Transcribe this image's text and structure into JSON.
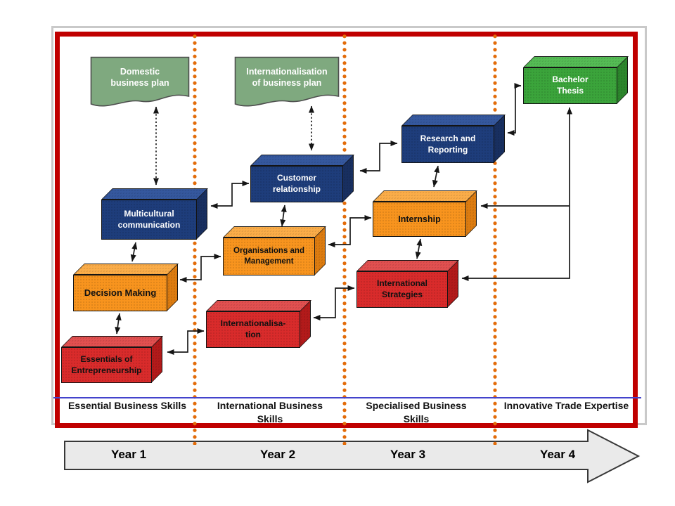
{
  "documents": [
    {
      "id": "domestic-business-plan",
      "lines": [
        "Domestic",
        "business plan"
      ]
    },
    {
      "id": "internationalisation-of-business-plan",
      "lines": [
        "Internationalisation",
        "of business plan"
      ]
    }
  ],
  "boxes": [
    {
      "id": "multicultural-communication",
      "color": "blue",
      "lines": [
        "Multicultural",
        "communication"
      ]
    },
    {
      "id": "customer-relationship",
      "color": "blue",
      "lines": [
        "Customer",
        "relationship"
      ]
    },
    {
      "id": "research-and-reporting",
      "color": "blue",
      "lines": [
        "Research and",
        "Reporting"
      ]
    },
    {
      "id": "bachelor-thesis",
      "color": "green",
      "lines": [
        "Bachelor",
        "Thesis"
      ]
    },
    {
      "id": "decision-making",
      "color": "orange",
      "lines": [
        "Decision Making"
      ]
    },
    {
      "id": "organisations-and-management",
      "color": "orange",
      "lines": [
        "Organisations and",
        "Management"
      ]
    },
    {
      "id": "internship",
      "color": "orange",
      "lines": [
        "Internship"
      ]
    },
    {
      "id": "essentials-of-entrepreneurship",
      "color": "red",
      "lines": [
        "Essentials of",
        "Entrepreneurship"
      ]
    },
    {
      "id": "internationalisation",
      "color": "red",
      "lines": [
        "Internationalisa-",
        "tion"
      ]
    },
    {
      "id": "international-strategies",
      "color": "red",
      "lines": [
        "International",
        "Strategies"
      ]
    }
  ],
  "columns": [
    {
      "skill": "Essential Business Skills",
      "year": "Year 1"
    },
    {
      "skill": "International Business Skills",
      "year": "Year 2"
    },
    {
      "skill": "Specialised Business Skills",
      "year": "Year 3"
    },
    {
      "skill": "Innovative Trade Expertise",
      "year": "Year 4"
    }
  ],
  "colors": {
    "frame_red": "#c00000",
    "frame_shadow_gray": "#c9c9c9",
    "divider_orange": "#e36c0a",
    "timeline_blue": "#4343cc",
    "blue_box": "#1e3d7b",
    "orange_box": "#f8941e",
    "red_box": "#d92b2b",
    "green_box": "#3ba43b",
    "document_green": "#7fa97f",
    "year_arrow_fill": "#eaeaea",
    "connector_black": "#1a1a1a"
  }
}
